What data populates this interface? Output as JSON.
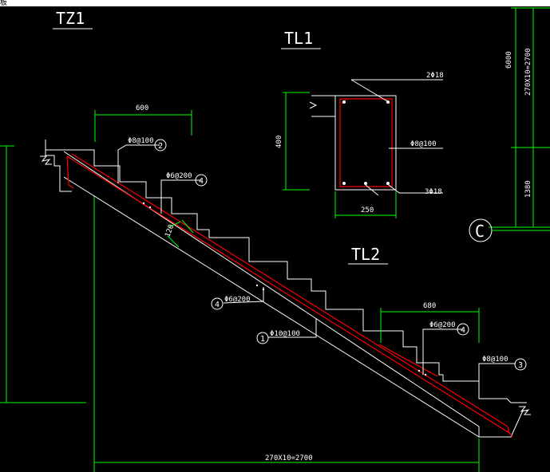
{
  "window": {
    "title_fragment": "板"
  },
  "titles": {
    "tz1": "TZ1",
    "tl1": "TL1",
    "tl2": "TL2"
  },
  "dimensions": {
    "top_landing": "600",
    "bottom_landing": "680",
    "bottom_total": "270X10=2700",
    "right_total": "270X10=2700",
    "right_height": "6000",
    "right_lower": "1380",
    "beam_height": "400",
    "beam_width": "250",
    "slab_thickness": "120"
  },
  "rebar_labels": {
    "r2_top": "Φ8@100",
    "r4_top": "Φ6@200",
    "r4_mid": "Φ6@200",
    "r1_main": "Φ10@100",
    "r4_right": "Φ6@200",
    "r3_right": "Φ8@100",
    "beam_top": "2Φ18",
    "beam_stirrup": "Φ8@100",
    "beam_bottom": "3Φ18"
  },
  "markers": {
    "m2_top": "2",
    "m4_top": "4",
    "m4_mid": "4",
    "m1": "1",
    "m4_right": "4",
    "m3": "3"
  },
  "axis": {
    "label": "C"
  },
  "colors": {
    "green": "#00ff00",
    "white": "#ffffff",
    "red": "#ff0000",
    "background": "#000000"
  }
}
